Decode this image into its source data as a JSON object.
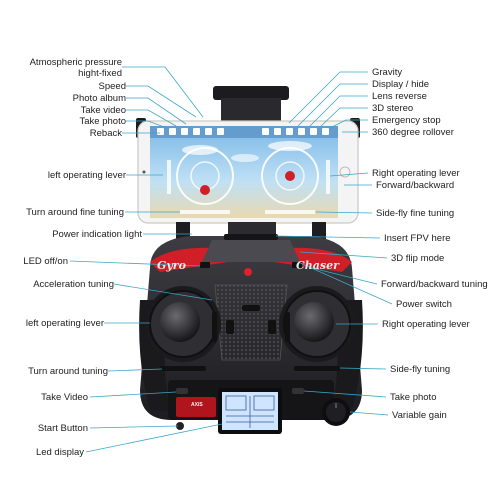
{
  "left_labels": {
    "atmospheric_pressure": "Atmospheric pressure",
    "hight_fixed": "hight-fixed",
    "speed": "Speed",
    "photo_album": "Photo album",
    "take_video_top": "Take video",
    "take_photo_top": "Take photo",
    "reback": "Reback",
    "left_operating_lever_phone": "left operating lever",
    "turn_around_fine_tuning_phone": "Turn around fine tuning",
    "power_indication_light": "Power indication light",
    "led_off_on": "LED off/on",
    "acceleration_tuning": "Acceleration tuning",
    "left_operating_lever": "left operating lever",
    "turn_around_tuning": "Turn around tuning",
    "take_video": "Take Video",
    "start_button": "Start Button",
    "led_display": "Led display"
  },
  "right_labels": {
    "gravity": "Gravity",
    "display_hide": "Display / hide",
    "lens_reverse": "Lens reverse",
    "stereo_3d": "3D stereo",
    "emergency_stop": "Emergency stop",
    "rollover_360": "360 degree rollover",
    "right_operating_lever_phone": "Right operating lever",
    "forward_backward_phone": "Forward/backward",
    "side_fly_fine_tuning": "Side-fly fine tuning",
    "insert_fpv": "Insert FPV here",
    "flip_mode_3d": "3D flip mode",
    "forward_backward_tuning": "Forward/backward tuning",
    "power_switch": "Power switch",
    "right_operating_lever": "Right operating lever",
    "side_fly_tuning": "Side-fly tuning",
    "take_photo": "Take photo",
    "variable_gain": "Variable gain"
  },
  "brand": {
    "left": "Gyro",
    "right": "Chaser",
    "logo": "AXIS"
  },
  "colors": {
    "body_dark": "#2b2b2f",
    "body_mid": "#3a3a3f",
    "accent_red": "#d11f28",
    "leader_blue": "#3aa7c8",
    "screen_blue": "#cfe4ff",
    "sky": "#8fc5ea"
  }
}
